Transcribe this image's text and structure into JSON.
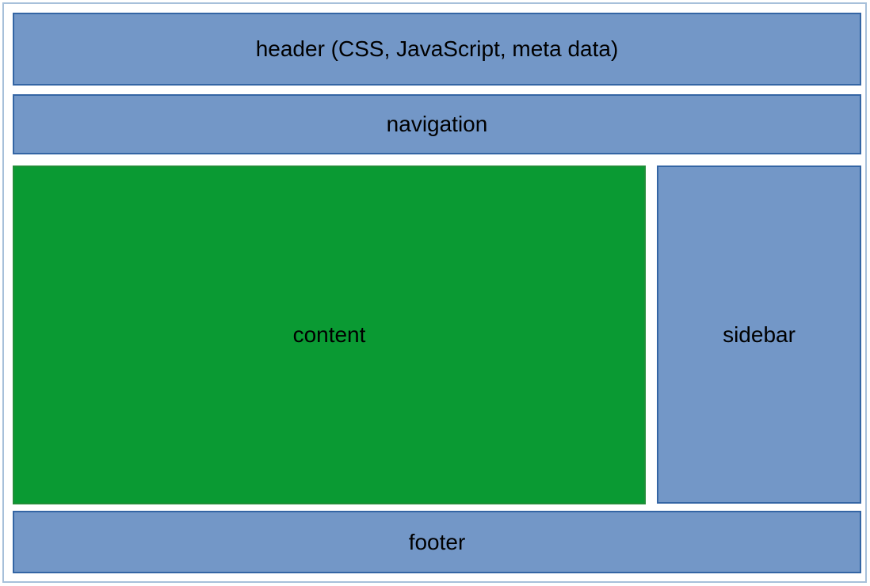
{
  "diagram": {
    "title": "webpage-layout-diagram",
    "blocks": {
      "header": {
        "label": "header (CSS, JavaScript, meta data)"
      },
      "navigation": {
        "label": "navigation"
      },
      "content": {
        "label": "content"
      },
      "sidebar": {
        "label": "sidebar"
      },
      "footer": {
        "label": "footer"
      }
    }
  },
  "colors": {
    "page_bg": "#ffffff",
    "outer_border": "#a7c0da",
    "block_fill": "#7397c7",
    "block_border": "#3465a4",
    "content_fill": "#0a9a33",
    "content_border": "#218e38",
    "text": "#000000"
  }
}
